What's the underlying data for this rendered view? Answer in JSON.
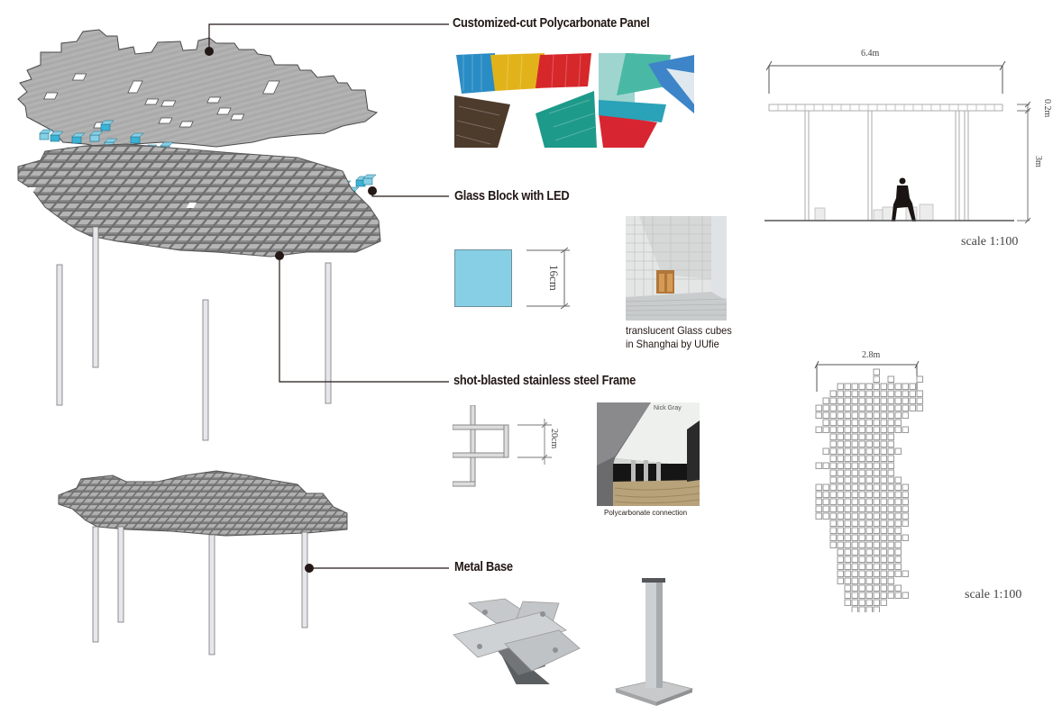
{
  "components": [
    {
      "id": "polycarbonate",
      "label": "Customized-cut Polycarbonate Panel",
      "photo_description": "polycarbonate-sheets-photo"
    },
    {
      "id": "glass-block",
      "label": "Glass Block with LED",
      "dimension": "16cm",
      "photo_caption_line1": "translucent Glass cubes",
      "photo_caption_line2": "in Shanghai by UUfie"
    },
    {
      "id": "frame",
      "label": "shot-blasted stainless steel Frame",
      "dimension": "20cm",
      "photo_caption": "Polycarbonate connection",
      "photo_watermark": "Nick Gray"
    },
    {
      "id": "base",
      "label": "Metal Base"
    }
  ],
  "elevation": {
    "width_label": "6.4m",
    "canopy_thickness_label": "0.2m",
    "height_label": "3m",
    "scale": "scale 1:100"
  },
  "plan": {
    "width_label": "2.8m",
    "scale": "scale 1:100"
  },
  "colors": {
    "glass_block": "#87cfe4",
    "led_cube": "#3bb3d6",
    "panel_gray": "#a9a9a9",
    "grid_gray": "#8e8e8e",
    "leader_line": "#231815"
  }
}
